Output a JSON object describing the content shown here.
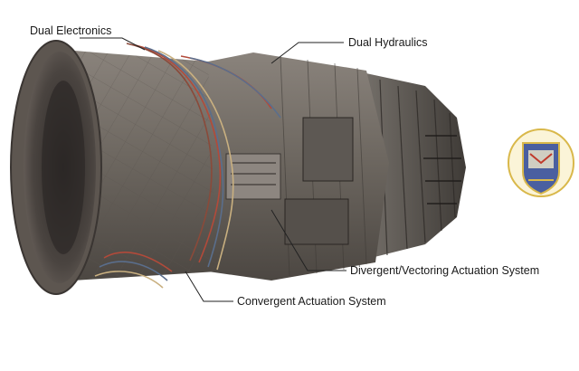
{
  "callouts": {
    "electronics": "Dual Electronics",
    "hydraulics": "Dual Hydraulics",
    "divergent": "Divergent/Vectoring Actuation System",
    "convergent": "Convergent Actuation System"
  },
  "colors": {
    "background": "#ffffff",
    "engine_casing": "#6d6760",
    "nozzle_interior": "#3a3532",
    "wiring_red": "#b24a3a",
    "wiring_blue": "#5a6e8c",
    "badge_gold": "#d9b84a",
    "badge_blue": "#4a5fa0"
  },
  "icons": {
    "engine": "engine-nozzle-cutaway",
    "badge": "unit-crest-icon"
  }
}
